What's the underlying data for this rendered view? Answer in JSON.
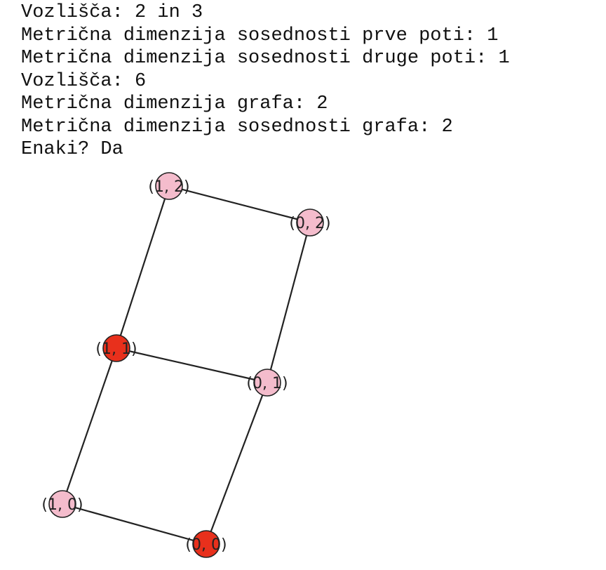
{
  "output_lines": [
    "Vozlišča: 2 in 3",
    "Metrična dimenzija sosednosti prve poti: 1",
    "Metrična dimenzija sosednosti druge poti: 1",
    "Vozlišča: 6",
    "Metrična dimenzija grafa: 2",
    "Metrična dimenzija sosednosti grafa: 2",
    "Enaki? Da"
  ],
  "graph": {
    "nodes": [
      {
        "id": "1,2",
        "label": "(1, 2)",
        "color": "#f4bccc"
      },
      {
        "id": "0,2",
        "label": "(0, 2)",
        "color": "#f4bccc"
      },
      {
        "id": "1,1",
        "label": "(1, 1)",
        "color": "#e8301c"
      },
      {
        "id": "0,1",
        "label": "(0, 1)",
        "color": "#f4bccc"
      },
      {
        "id": "1,0",
        "label": "(1, 0)",
        "color": "#f4bccc"
      },
      {
        "id": "0,0",
        "label": "(0, 0)",
        "color": "#e8301c"
      }
    ],
    "edges": [
      [
        "1,2",
        "0,2"
      ],
      [
        "1,2",
        "1,1"
      ],
      [
        "0,2",
        "0,1"
      ],
      [
        "1,1",
        "0,1"
      ],
      [
        "1,1",
        "1,0"
      ],
      [
        "0,1",
        "0,0"
      ],
      [
        "1,0",
        "0,0"
      ]
    ],
    "edge_color": "#222222",
    "node_border_color": "#222222"
  }
}
